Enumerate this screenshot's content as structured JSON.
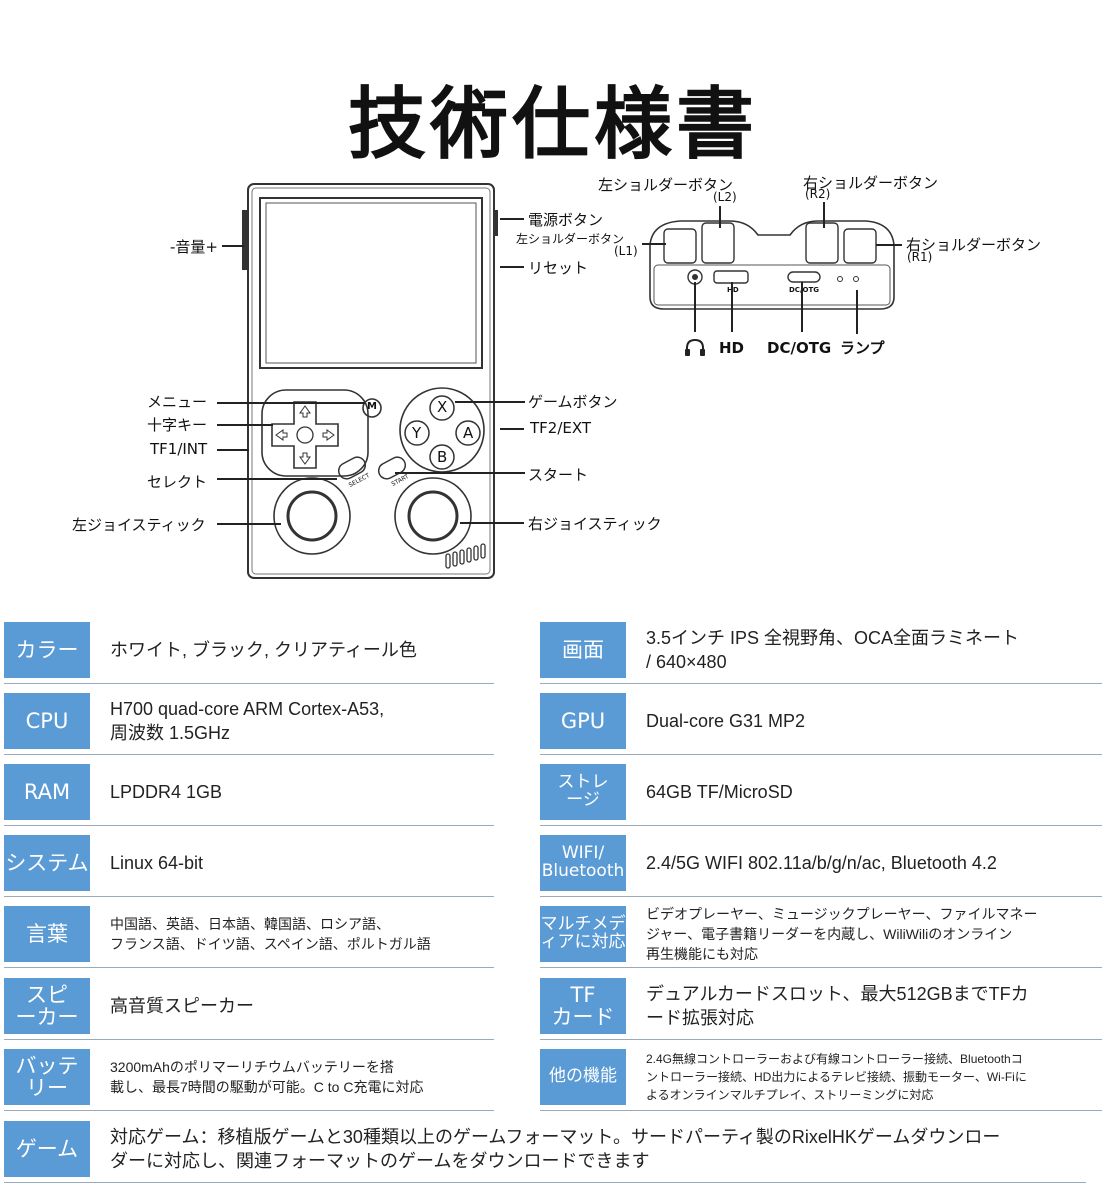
{
  "title": "技術仕様書",
  "front_labels": {
    "volume": "-音量+",
    "power": "電源ボタン",
    "left_shoulder_l1": "左ショルダーボタン",
    "reset": "リセット",
    "menu": "メニュー",
    "dpad": "十字キー",
    "tf1": "TF1/INT",
    "select": "セレクト",
    "left_stick": "左ジョイスティック",
    "game_buttons": "ゲームボタン",
    "tf2": "TF2/EXT",
    "start": "スタート",
    "right_stick": "右ジョイスティック",
    "face_x": "X",
    "face_y": "Y",
    "face_a": "A",
    "face_b": "B",
    "menu_m": "M",
    "select_print": "SELECT",
    "start_print": "START"
  },
  "top_labels": {
    "l2": "左ショルダーボタン",
    "l2_code": "(L2)",
    "r2": "右ショルダーボタン",
    "r2_code": "(R2)",
    "l1_code": "(L1)",
    "r1": "右ショルダーボタン",
    "r1_code": "(R1)",
    "hd": "HD",
    "dc_otg": "DC/OTG",
    "lamp": "ランプ",
    "hd_print": "HD",
    "dcotg_print": "DC/OTG"
  },
  "specs": [
    {
      "label": "カラー",
      "value": "ホワイト, ブラック, クリアティール色"
    },
    {
      "label": "画面",
      "value": "3.5インチ IPS 全視野角、OCA全面ラミネート\n/ 640×480"
    },
    {
      "label": "CPU",
      "value": "H700 quad-core ARM Cortex-A53,\n周波数 1.5GHz"
    },
    {
      "label": "GPU",
      "value": "Dual-core G31 MP2"
    },
    {
      "label": "RAM",
      "value": "LPDDR4 1GB"
    },
    {
      "label": "ストレ\nージ",
      "value": "64GB TF/MicroSD"
    },
    {
      "label": "システム",
      "value": "Linux 64-bit"
    },
    {
      "label": "WIFI/\nBluetooth",
      "value": "2.4/5G WIFI 802.11a/b/g/n/ac, Bluetooth 4.2"
    },
    {
      "label": "言葉",
      "value": "中国語、英語、日本語、韓国語、ロシア語、\nフランス語、ドイツ語、スペイン語、ポルトガル語"
    },
    {
      "label": "マルチメデ\nィアに対応",
      "value": "ビデオプレーヤー、ミュージックプレーヤー、ファイルマネー\nジャー、電子書籍リーダーを内蔵し、WiliWiliのオンライン\n再生機能にも対応"
    },
    {
      "label": "スピ\nーカー",
      "value": "高音質スピーカー"
    },
    {
      "label": "TF\nカード",
      "value": "デュアルカードスロット、最大512GBまでTFカ\nード拡張対応"
    },
    {
      "label": "バッテ\nリー",
      "value": "3200mAhのポリマーリチウムバッテリーを搭\n載し、最長7時間の駆動が可能。C to C充電に対応"
    },
    {
      "label": "他の機能",
      "value": "2.4G無線コントローラーおよび有線コントローラー接続、Bluetoothコ\nントローラー接続、HD出力によるテレビ接続、振動モーター、Wi-Fiに\nよるオンラインマルチプレイ、ストリーミングに対応"
    },
    {
      "label": "ゲーム",
      "value": "対応ゲーム：移植版ゲームと30種類以上のゲームフォーマット。サードパーティ製のRixelHKゲームダウンロー\nダーに対応し、関連フォーマットのゲームをダウンロードできます"
    }
  ]
}
